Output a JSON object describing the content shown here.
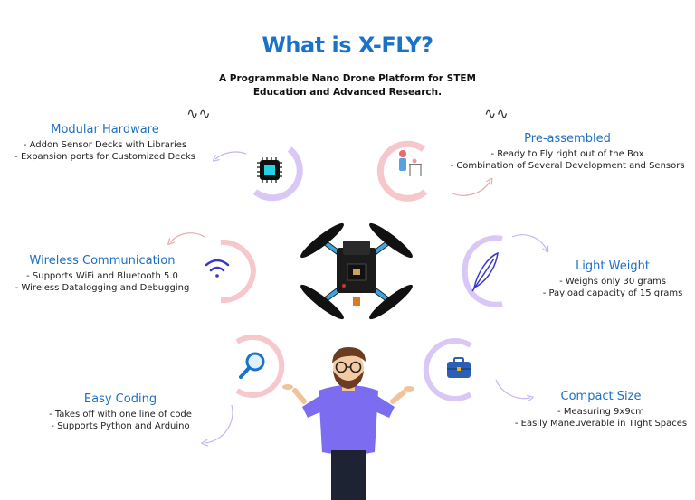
{
  "title": "What is X-FLY?",
  "subtitle": [
    "A Programmable Nano Drone Platform for STEM",
    "Education and Advanced Research."
  ],
  "features": {
    "modular": {
      "title": "Modular Hardware",
      "lines": [
        "- Addon Sensor Decks with Libraries",
        "- Expansion ports for Customized Decks"
      ]
    },
    "preassembled": {
      "title": "Pre-assembled",
      "lines": [
        "- Ready to Fly right out of the Box",
        "- Combination of Several Development and Sensors"
      ]
    },
    "wireless": {
      "title": "Wireless Communication",
      "lines": [
        "- Supports WiFi and Bluetooth 5.0",
        "- Wireless Datalogging and Debugging"
      ]
    },
    "light": {
      "title": "Light Weight",
      "lines": [
        "- Weighs only 30 grams",
        "- Payload capacity of 15 grams"
      ]
    },
    "coding": {
      "title": "Easy Coding",
      "lines": [
        "- Takes off with one line of code",
        "- Supports Python and Arduino"
      ]
    },
    "compact": {
      "title": "Compact Size",
      "lines": [
        "- Measuring 9x9cm",
        "- Easily Maneuverable in TIght Spaces"
      ]
    }
  },
  "colors": {
    "accent": "#1a73c8",
    "arc_purple": "#d9c8f5",
    "arc_pink": "#f6c7cb",
    "shirt": "#7b6cf0"
  },
  "icons": [
    "chip-icon",
    "teaching-icon",
    "wifi-icon",
    "feather-icon",
    "magnifier-icon",
    "briefcase-icon"
  ]
}
